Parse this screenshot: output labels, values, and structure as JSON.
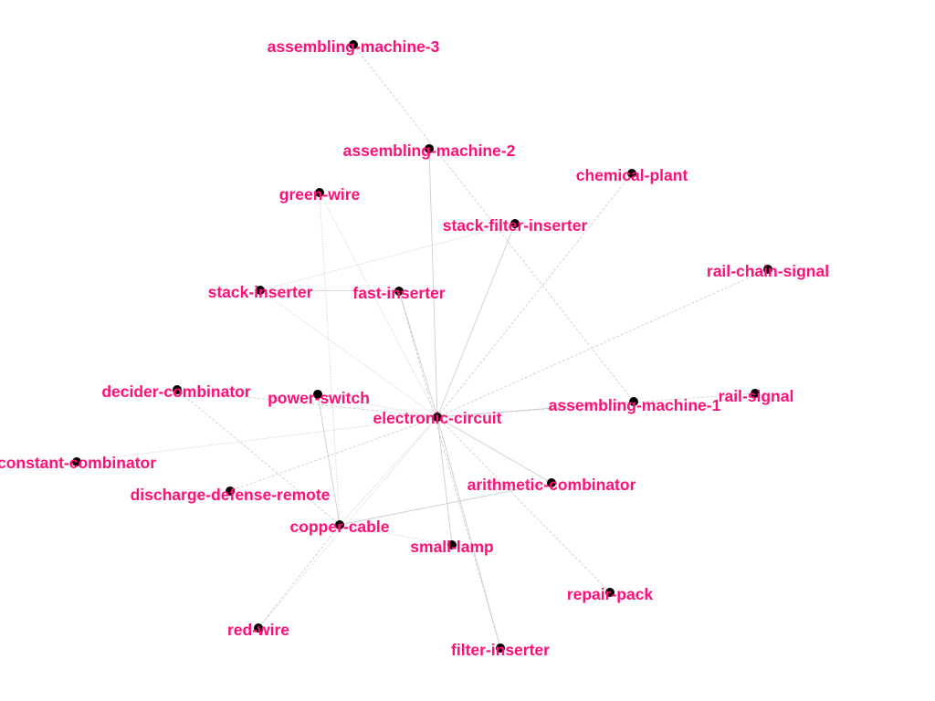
{
  "colors": {
    "label": "#ff0f78",
    "node": "#000000",
    "edge": "#c8c8c8"
  },
  "nodes": [
    {
      "id": "assembling-machine-3",
      "label": "assembling-machine-3"
    },
    {
      "id": "assembling-machine-2",
      "label": "assembling-machine-2"
    },
    {
      "id": "chemical-plant",
      "label": "chemical-plant"
    },
    {
      "id": "green-wire",
      "label": "green-wire"
    },
    {
      "id": "stack-filter-inserter",
      "label": "stack-filter-inserter"
    },
    {
      "id": "rail-chain-signal",
      "label": "rail-chain-signal"
    },
    {
      "id": "stack-inserter",
      "label": "stack-inserter"
    },
    {
      "id": "fast-inserter",
      "label": "fast-inserter"
    },
    {
      "id": "decider-combinator",
      "label": "decider-combinator"
    },
    {
      "id": "power-switch",
      "label": "power-switch"
    },
    {
      "id": "electronic-circuit",
      "label": "electronic-circuit"
    },
    {
      "id": "assembling-machine-1",
      "label": "assembling-machine-1"
    },
    {
      "id": "rail-signal",
      "label": "rail-signal"
    },
    {
      "id": "constant-combinator",
      "label": "constant-combinator"
    },
    {
      "id": "arithmetic-combinator",
      "label": "arithmetic-combinator"
    },
    {
      "id": "discharge-defense-remote",
      "label": "discharge-defense-remote"
    },
    {
      "id": "copper-cable",
      "label": "copper-cable"
    },
    {
      "id": "small-lamp",
      "label": "small-lamp"
    },
    {
      "id": "repair-pack",
      "label": "repair-pack"
    },
    {
      "id": "red-wire",
      "label": "red-wire"
    },
    {
      "id": "filter-inserter",
      "label": "filter-inserter"
    }
  ],
  "edges": [
    {
      "from": "electronic-circuit",
      "to": "assembling-machine-2"
    },
    {
      "from": "electronic-circuit",
      "to": "chemical-plant"
    },
    {
      "from": "electronic-circuit",
      "to": "green-wire"
    },
    {
      "from": "electronic-circuit",
      "to": "stack-filter-inserter"
    },
    {
      "from": "electronic-circuit",
      "to": "rail-chain-signal"
    },
    {
      "from": "electronic-circuit",
      "to": "stack-inserter"
    },
    {
      "from": "electronic-circuit",
      "to": "fast-inserter"
    },
    {
      "from": "electronic-circuit",
      "to": "decider-combinator"
    },
    {
      "from": "electronic-circuit",
      "to": "power-switch"
    },
    {
      "from": "electronic-circuit",
      "to": "assembling-machine-1"
    },
    {
      "from": "electronic-circuit",
      "to": "rail-signal"
    },
    {
      "from": "electronic-circuit",
      "to": "constant-combinator"
    },
    {
      "from": "electronic-circuit",
      "to": "arithmetic-combinator"
    },
    {
      "from": "electronic-circuit",
      "to": "discharge-defense-remote"
    },
    {
      "from": "electronic-circuit",
      "to": "copper-cable"
    },
    {
      "from": "electronic-circuit",
      "to": "small-lamp"
    },
    {
      "from": "electronic-circuit",
      "to": "repair-pack"
    },
    {
      "from": "electronic-circuit",
      "to": "red-wire"
    },
    {
      "from": "electronic-circuit",
      "to": "filter-inserter"
    },
    {
      "from": "assembling-machine-3",
      "to": "assembling-machine-1"
    },
    {
      "from": "stack-filter-inserter",
      "to": "stack-inserter"
    },
    {
      "from": "stack-inserter",
      "to": "fast-inserter"
    },
    {
      "from": "fast-inserter",
      "to": "filter-inserter"
    },
    {
      "from": "green-wire",
      "to": "copper-cable"
    },
    {
      "from": "power-switch",
      "to": "copper-cable"
    },
    {
      "from": "decider-combinator",
      "to": "copper-cable"
    },
    {
      "from": "copper-cable",
      "to": "small-lamp"
    },
    {
      "from": "copper-cable",
      "to": "arithmetic-combinator"
    },
    {
      "from": "copper-cable",
      "to": "red-wire"
    }
  ]
}
